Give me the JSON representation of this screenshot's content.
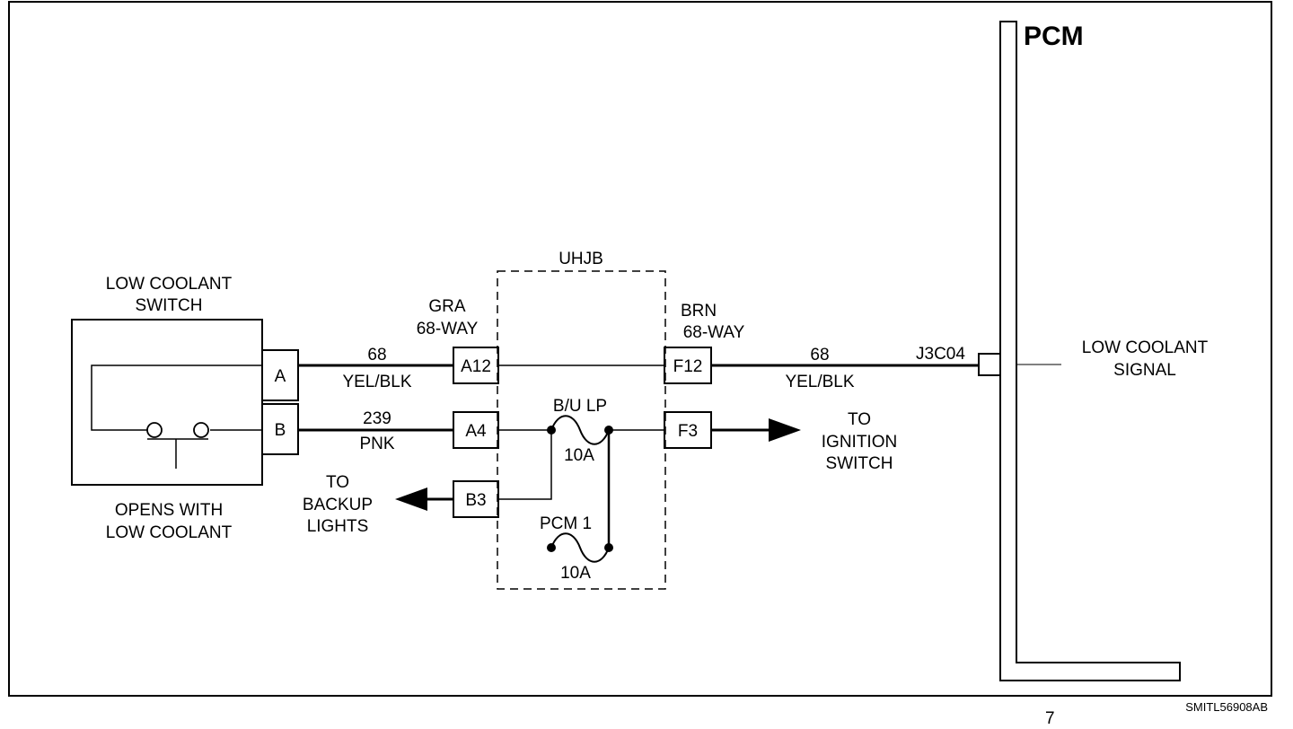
{
  "pcm": {
    "title": "PCM",
    "signal_label_1": "LOW COOLANT",
    "signal_label_2": "SIGNAL",
    "pin": "J3C04"
  },
  "switch": {
    "title_1": "LOW COOLANT",
    "title_2": "SWITCH",
    "caption_1": "OPENS WITH",
    "caption_2": "LOW COOLANT",
    "pin_a": "A",
    "pin_b": "B"
  },
  "junction_box": {
    "name": "UHJB",
    "left_connector_1": "GRA",
    "left_connector_2": "68-WAY",
    "right_connector_1": "BRN",
    "right_connector_2": "68-WAY",
    "pins": {
      "a12": "A12",
      "a4": "A4",
      "b3": "B3",
      "f12": "F12",
      "f3": "F3"
    },
    "fuse_bu": {
      "name": "B/U LP",
      "rating": "10A"
    },
    "fuse_pcm": {
      "name": "PCM 1",
      "rating": "10A"
    }
  },
  "wires": {
    "w1": {
      "circuit": "68",
      "color": "YEL/BLK"
    },
    "w2": {
      "circuit": "239",
      "color": "PNK"
    },
    "w3": {
      "circuit": "68",
      "color": "YEL/BLK"
    }
  },
  "destinations": {
    "backup_1": "TO",
    "backup_2": "BACKUP",
    "backup_3": "LIGHTS",
    "ign_1": "TO",
    "ign_2": "IGNITION",
    "ign_3": "SWITCH"
  },
  "footer": {
    "code": "SMITL56908AB",
    "mark": "7"
  }
}
